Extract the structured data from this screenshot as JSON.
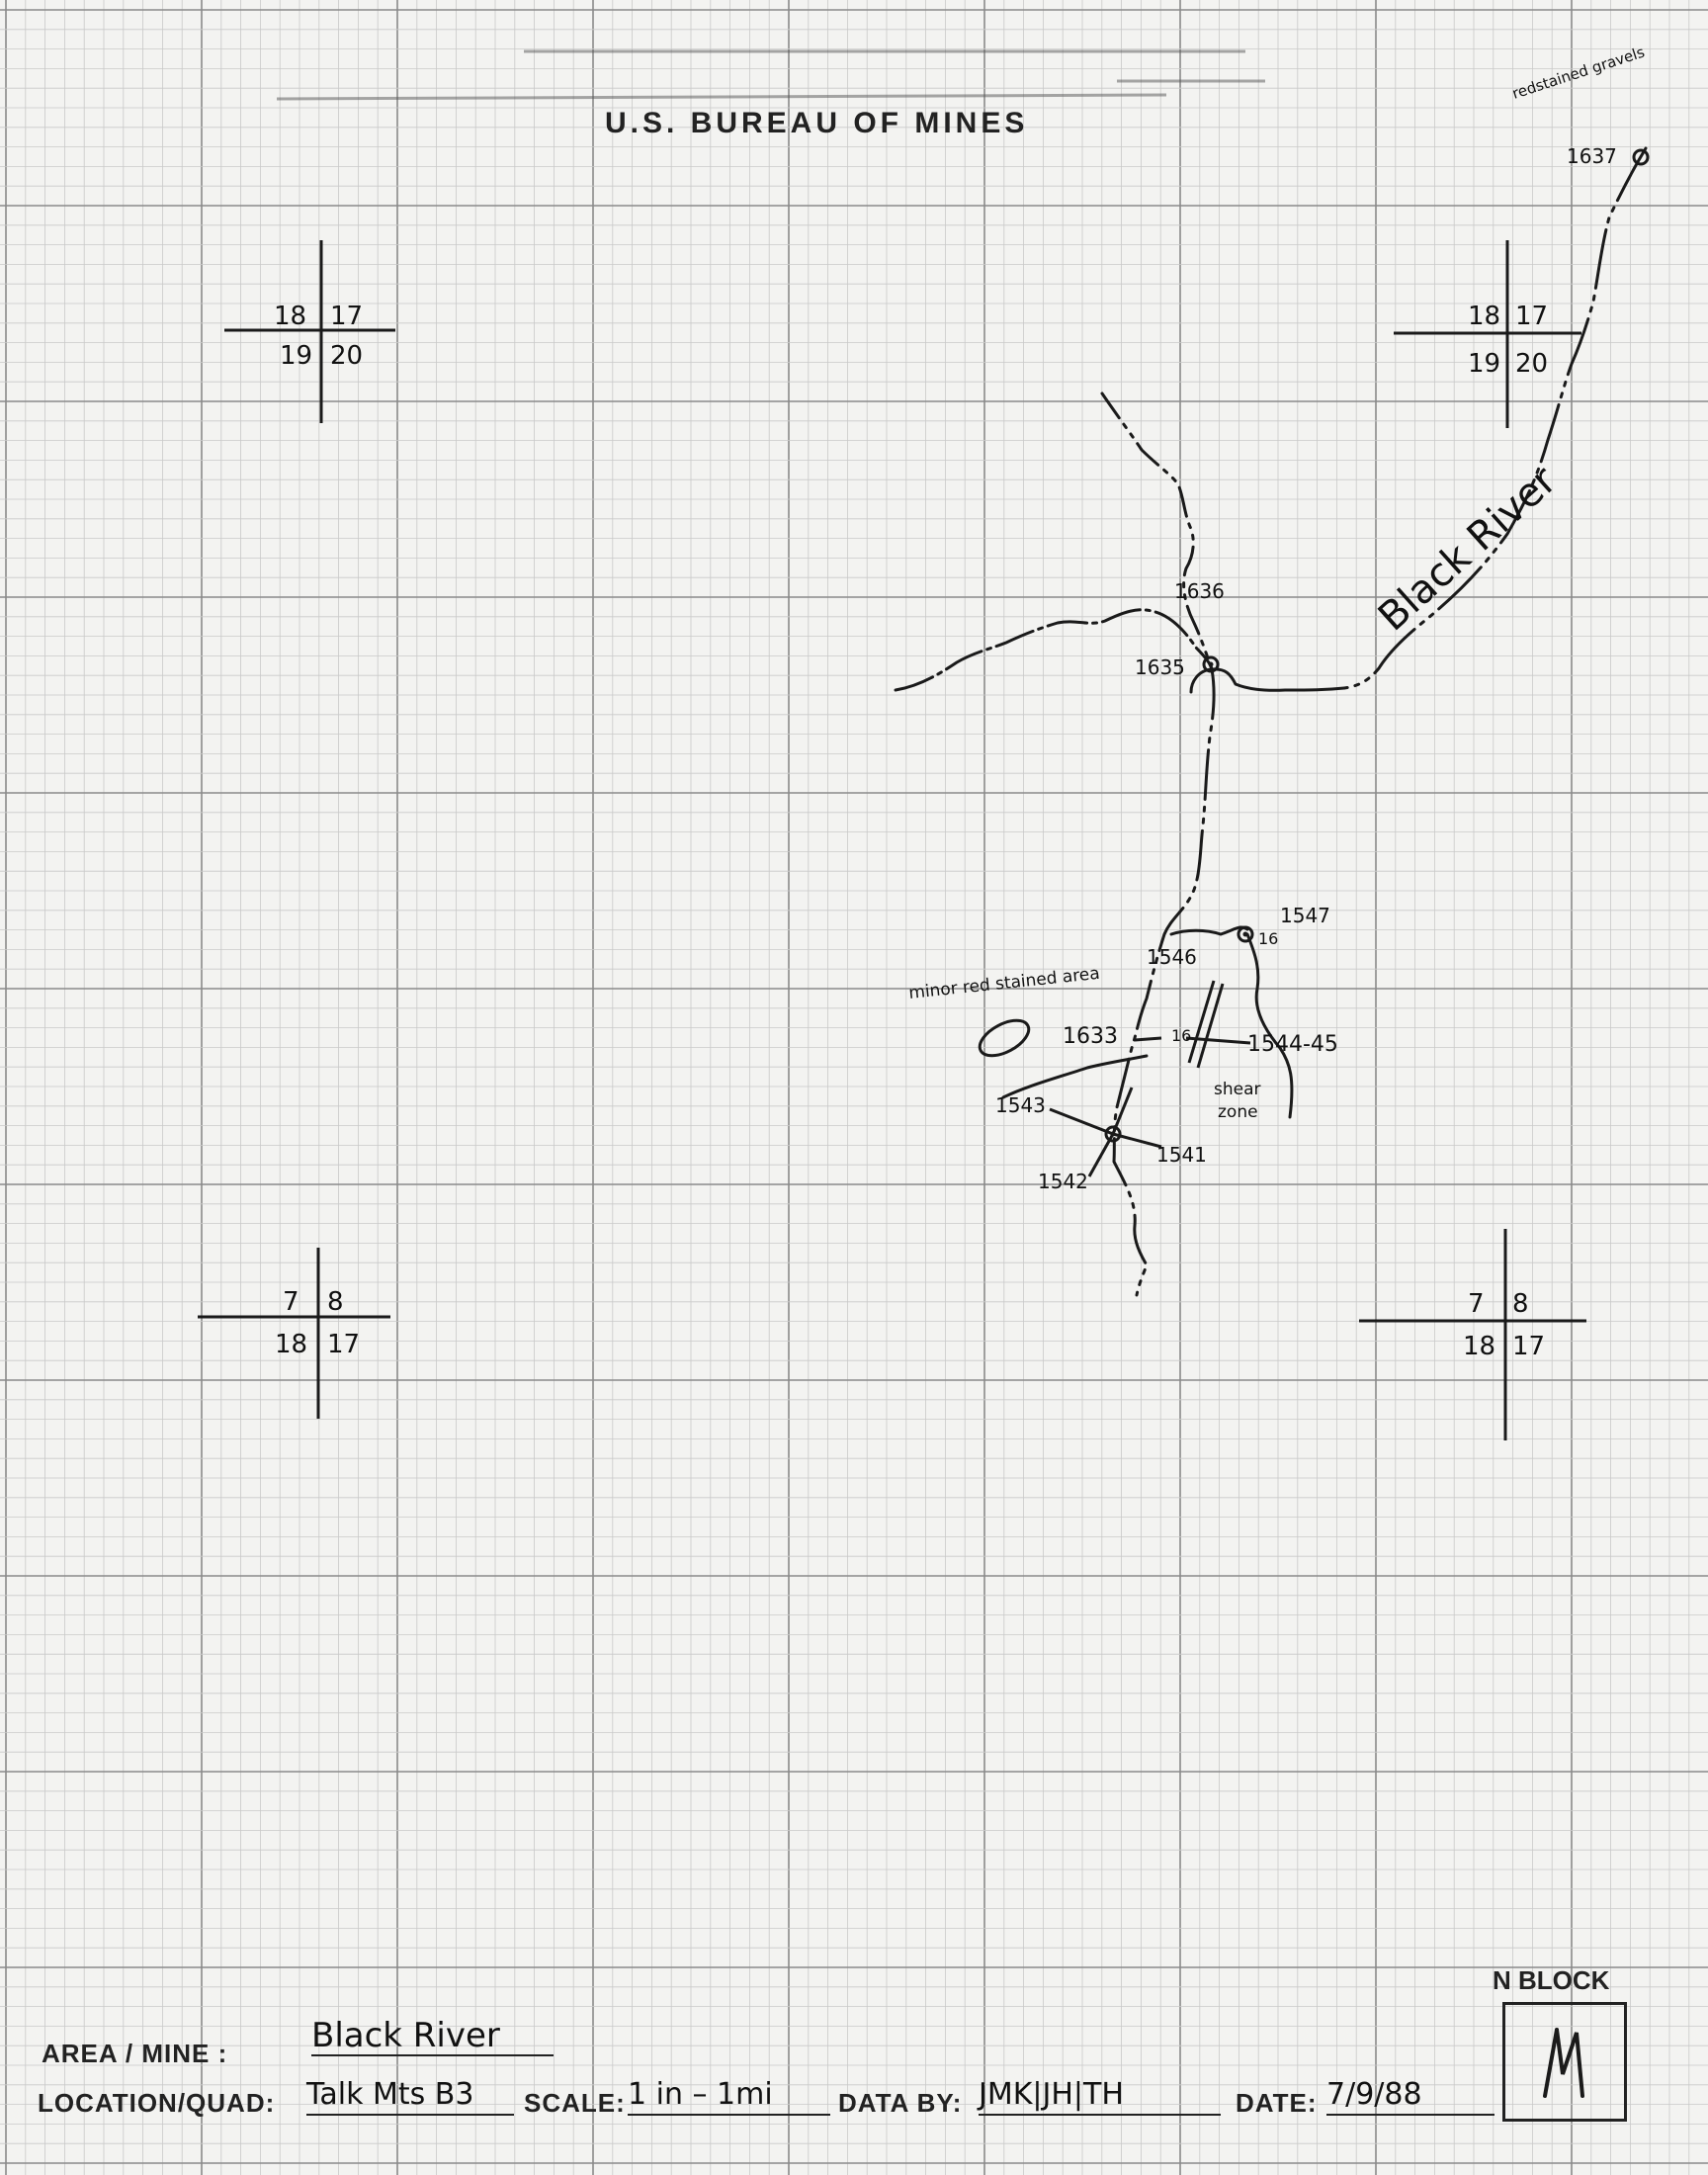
{
  "header": {
    "title": "U.S. BUREAU OF MINES"
  },
  "section_corners": [
    {
      "nw": "18",
      "ne": "17",
      "sw": "19",
      "se": "20"
    },
    {
      "nw": "18",
      "ne": "17",
      "sw": "19",
      "se": "20"
    },
    {
      "nw": "7",
      "ne": "8",
      "sw": "18",
      "se": "17"
    },
    {
      "nw": "7",
      "ne": "8",
      "sw": "18",
      "se": "17"
    }
  ],
  "annotations": {
    "river_name": "Black River",
    "red_stained_gravels": "redstained gravels",
    "minor_stained_zone": "minor red stained area",
    "shear_zone_1": "shear",
    "shear_zone_2": "zone"
  },
  "samples": {
    "s1637": "1637",
    "s1636": "1636",
    "s1635": "1635",
    "s1547": "1547",
    "s1546": "1546",
    "s1633": "1633",
    "s1544_45": "1544-45",
    "s1543": "1543",
    "s1542": "1542",
    "s1541": "1541",
    "tag_a": "16",
    "tag_b": "16"
  },
  "form": {
    "area_mine_label": "AREA / MINE :",
    "area_mine_value": "Black River",
    "location_quad_label": "LOCATION/QUAD:",
    "location_quad_value": "Talk Mts B3",
    "scale_label": "SCALE:",
    "scale_value": "1 in – 1mi",
    "data_by_label": "DATA BY:",
    "data_by_value": "JMK|JH|TH",
    "date_label": "DATE:",
    "date_value": "7/9/88",
    "nblock_label": "N BLOCK"
  },
  "colors": {
    "paper": "#f3f3f1",
    "grid_minor": "#c9c9c9",
    "grid_major": "#8a8a8a",
    "ink": "#1a1a1a"
  }
}
